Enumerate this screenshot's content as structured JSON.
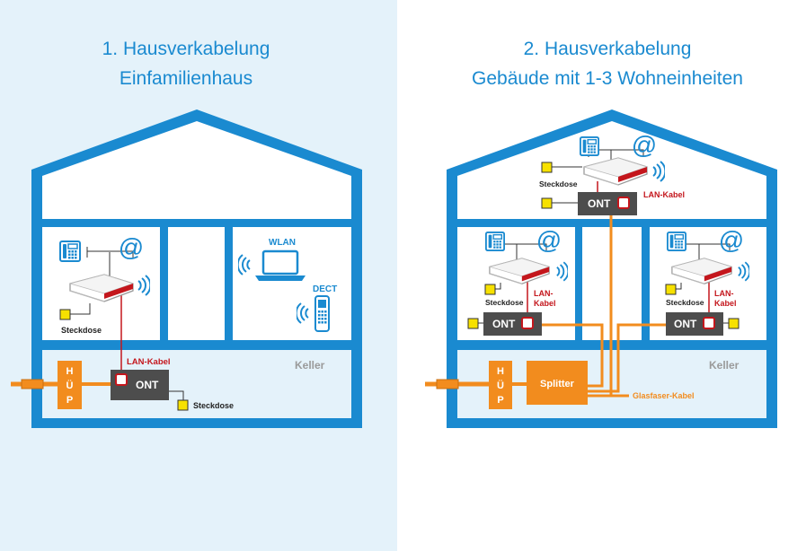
{
  "colors": {
    "blue": "#1a8ad0",
    "orange": "#f28c1e",
    "dark_red": "#c4161c",
    "dark_box": "#4d4d4d",
    "yellow": "#f7e100",
    "left_bg": "#e4f2fa",
    "gray_text": "#9a9a9a"
  },
  "left": {
    "title_line1": "1. Hausverkabelung",
    "title_line2": "Einfamilienhaus",
    "wlan": "WLAN",
    "dect": "DECT",
    "steckdose_top": "Steckdose",
    "lan_kabel": "LAN-Kabel",
    "keller": "Keller",
    "hup_h": "H",
    "hup_u": "Ü",
    "hup_p": "P",
    "ont": "ONT",
    "steckdose_bottom": "Steckdose"
  },
  "right": {
    "title_line1": "2. Hausverkabelung",
    "title_line2": "Gebäude mit 1-3 Wohneinheiten",
    "steckdose_top": "Steckdose",
    "ont_top": "ONT",
    "lan_kabel_top": "LAN-Kabel",
    "steckdose_left": "Steckdose",
    "lan_left_1": "LAN-",
    "lan_left_2": "Kabel",
    "ont_left": "ONT",
    "steckdose_right": "Steckdose",
    "lan_right_1": "LAN-",
    "lan_right_2": "Kabel",
    "ont_right": "ONT",
    "keller": "Keller",
    "hup_h": "H",
    "hup_u": "Ü",
    "hup_p": "P",
    "splitter": "Splitter",
    "glasfaser": "Glasfaser-Kabel"
  }
}
